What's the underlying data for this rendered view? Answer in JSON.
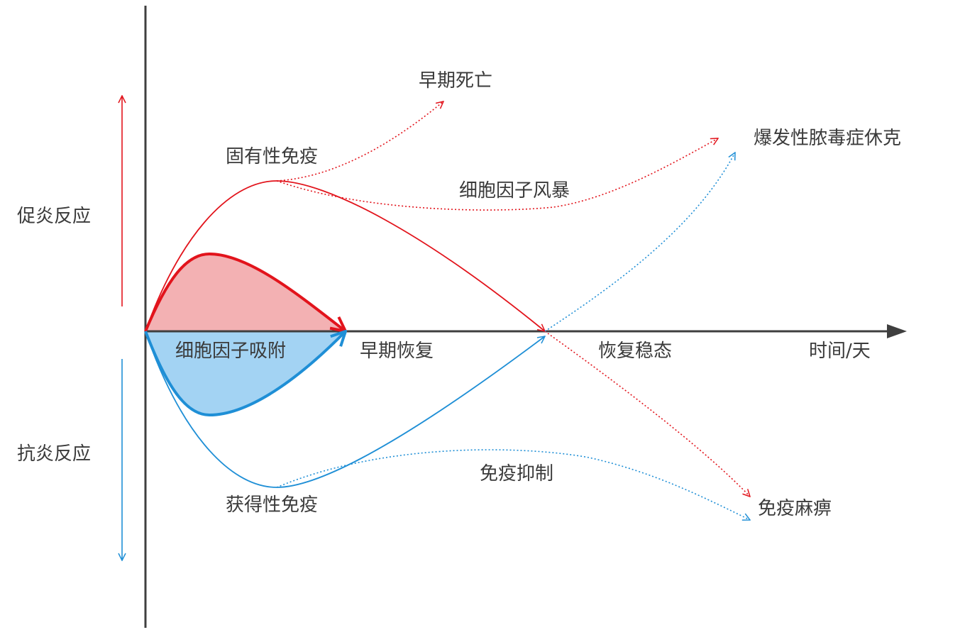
{
  "labels": {
    "pro_inflammatory": "促炎反应",
    "anti_inflammatory": "抗炎反应",
    "innate_immunity": "固有性免疫",
    "adaptive_immunity": "获得性免疫",
    "early_death": "早期死亡",
    "cytokine_storm": "细胞因子风暴",
    "septic_shock": "爆发性脓毒症休克",
    "cytokine_adsorption": "细胞因子吸附",
    "early_recovery": "早期恢复",
    "restore_homeostasis": "恢复稳态",
    "time_axis": "时间/天",
    "immunosuppression": "免疫抑制",
    "immune_paralysis": "免疫麻痹"
  },
  "colors": {
    "axis": "#3f3f3f",
    "red": "#e2141c",
    "red_fill": "#f3b1b3",
    "blue": "#1f8fd6",
    "blue_fill": "#a3d3f3",
    "text": "#3a3a3a"
  }
}
